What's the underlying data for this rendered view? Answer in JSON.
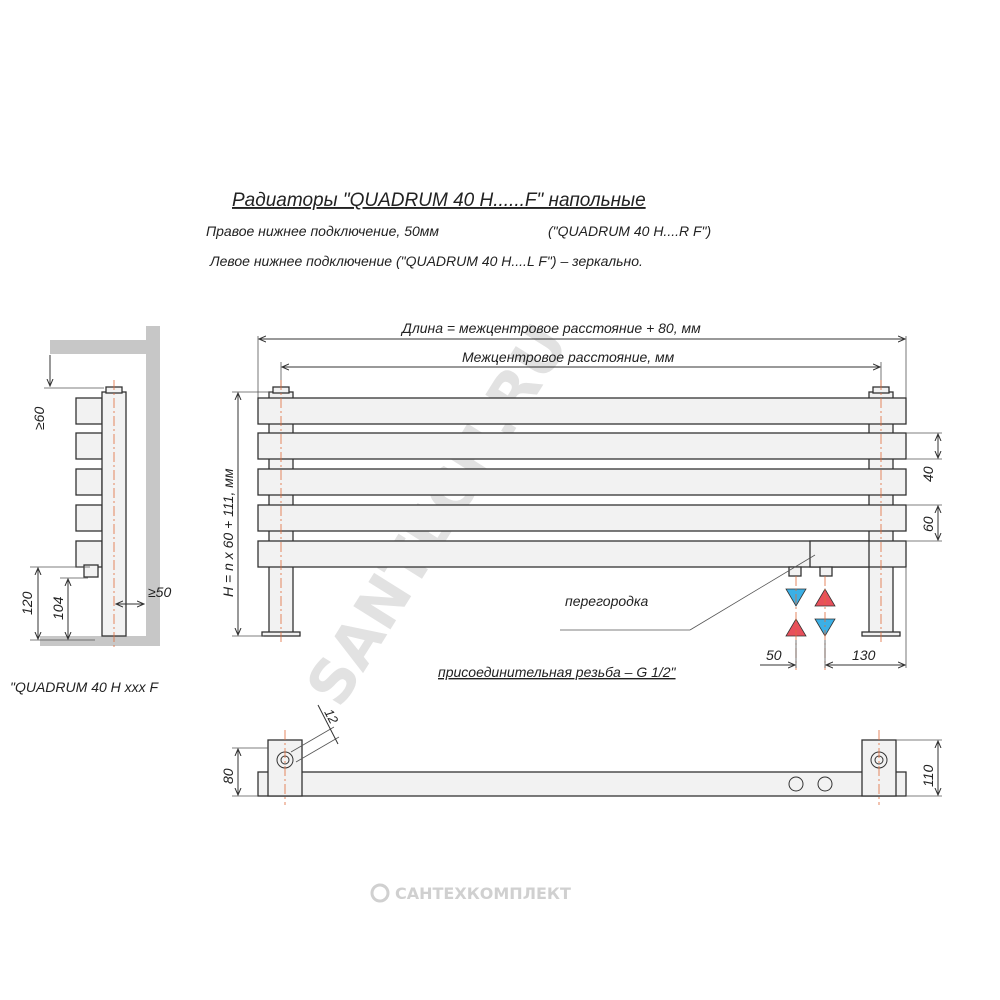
{
  "title": "Радиаторы \"QUADRUM 40 H......F\" напольные",
  "subtitle_right": "Правое нижнее подключение, 50мм",
  "subtitle_right_model": "(\"QUADRUM 40 H....R F\")",
  "subtitle_left": "Левое нижнее подключение (\"QUADRUM 40 H....L F\") – зеркально.",
  "side_view": {
    "model_label": "\"QUADRUM 40 H xxx F",
    "dim_top": "≥60",
    "dim_wall": "≥50",
    "dim_120": "120",
    "dim_104": "104"
  },
  "front_view": {
    "dim_length": "Длина = межцентровое расстояние + 80, мм",
    "dim_center": "Межцентровое расстояние, мм",
    "dim_height": "H = n x 60 + 111, мм",
    "dim_40": "40",
    "dim_60": "60",
    "label_partition": "перегородка",
    "label_thread": "присоединительная резьба – G 1/2\"",
    "dim_50": "50",
    "dim_130": "130"
  },
  "top_view": {
    "dim_80": "80",
    "dim_110": "110",
    "dim_12": "12"
  },
  "watermarks": {
    "main": "SANTECH.RU",
    "brand": "САНТЕХКОМПЛЕКТ"
  },
  "colors": {
    "supply_arrow": "#e8505b",
    "return_arrow": "#3bb0e6",
    "axis_line": "#e06a3a",
    "wall_fill": "#c7c7c7"
  }
}
